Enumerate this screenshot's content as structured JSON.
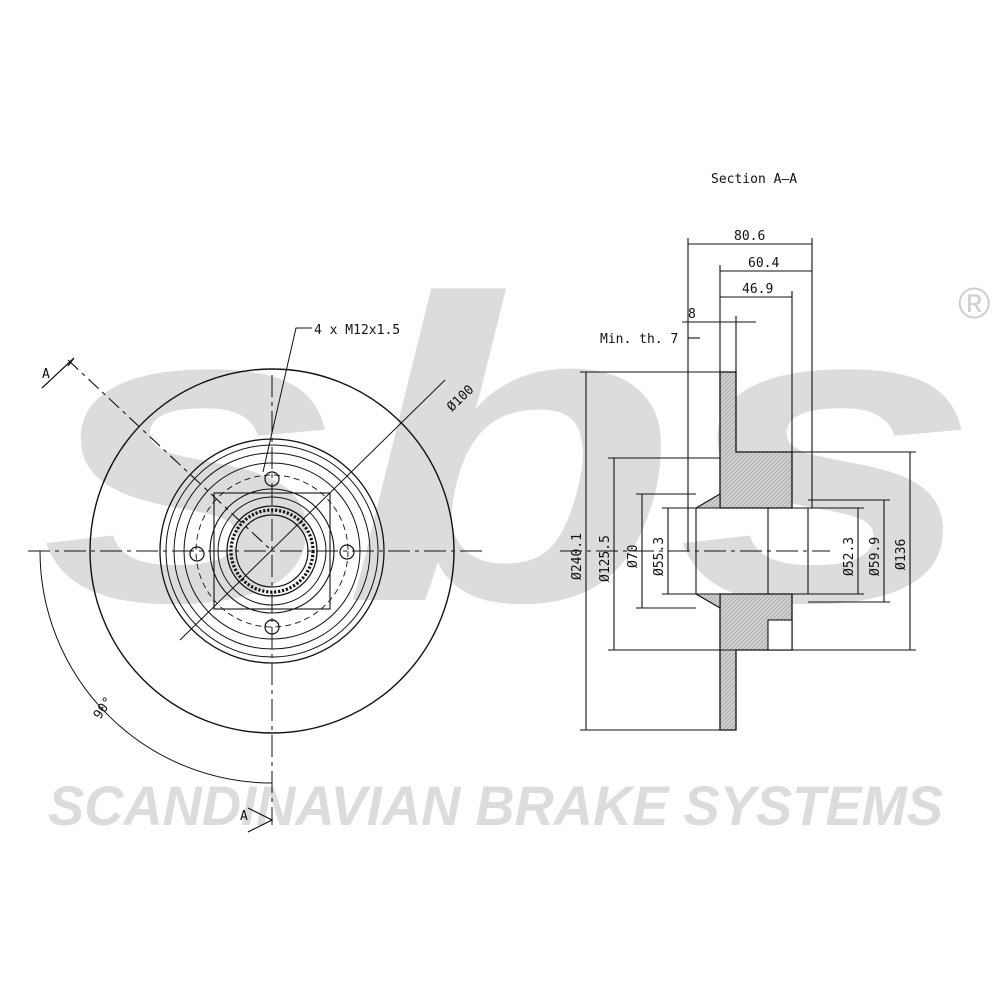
{
  "brand": {
    "logo_text": "sbs",
    "registered_mark": "®",
    "tagline": "SCANDINAVIAN BRAKE SYSTEMS",
    "watermark_color": "#dcdcdc"
  },
  "front_view": {
    "bolt_callout": "4 x M12x1.5",
    "pcd_label": "Ø100",
    "angle_label": "90°",
    "section_mark_top": "A",
    "section_mark_bottom": "A"
  },
  "section_view": {
    "title": "Section A–A",
    "min_thickness": "Min. th. 7",
    "horizontal_dims": [
      "80.6",
      "60.4",
      "46.9",
      "8"
    ],
    "vertical_dims": [
      "Ø240.1",
      "Ø125.5",
      "Ø70",
      "Ø55.3",
      "Ø52.3",
      "Ø59.9",
      "Ø136"
    ]
  },
  "colors": {
    "line": "#111111",
    "section_fill": "#bdbdbd",
    "background": "#ffffff"
  }
}
